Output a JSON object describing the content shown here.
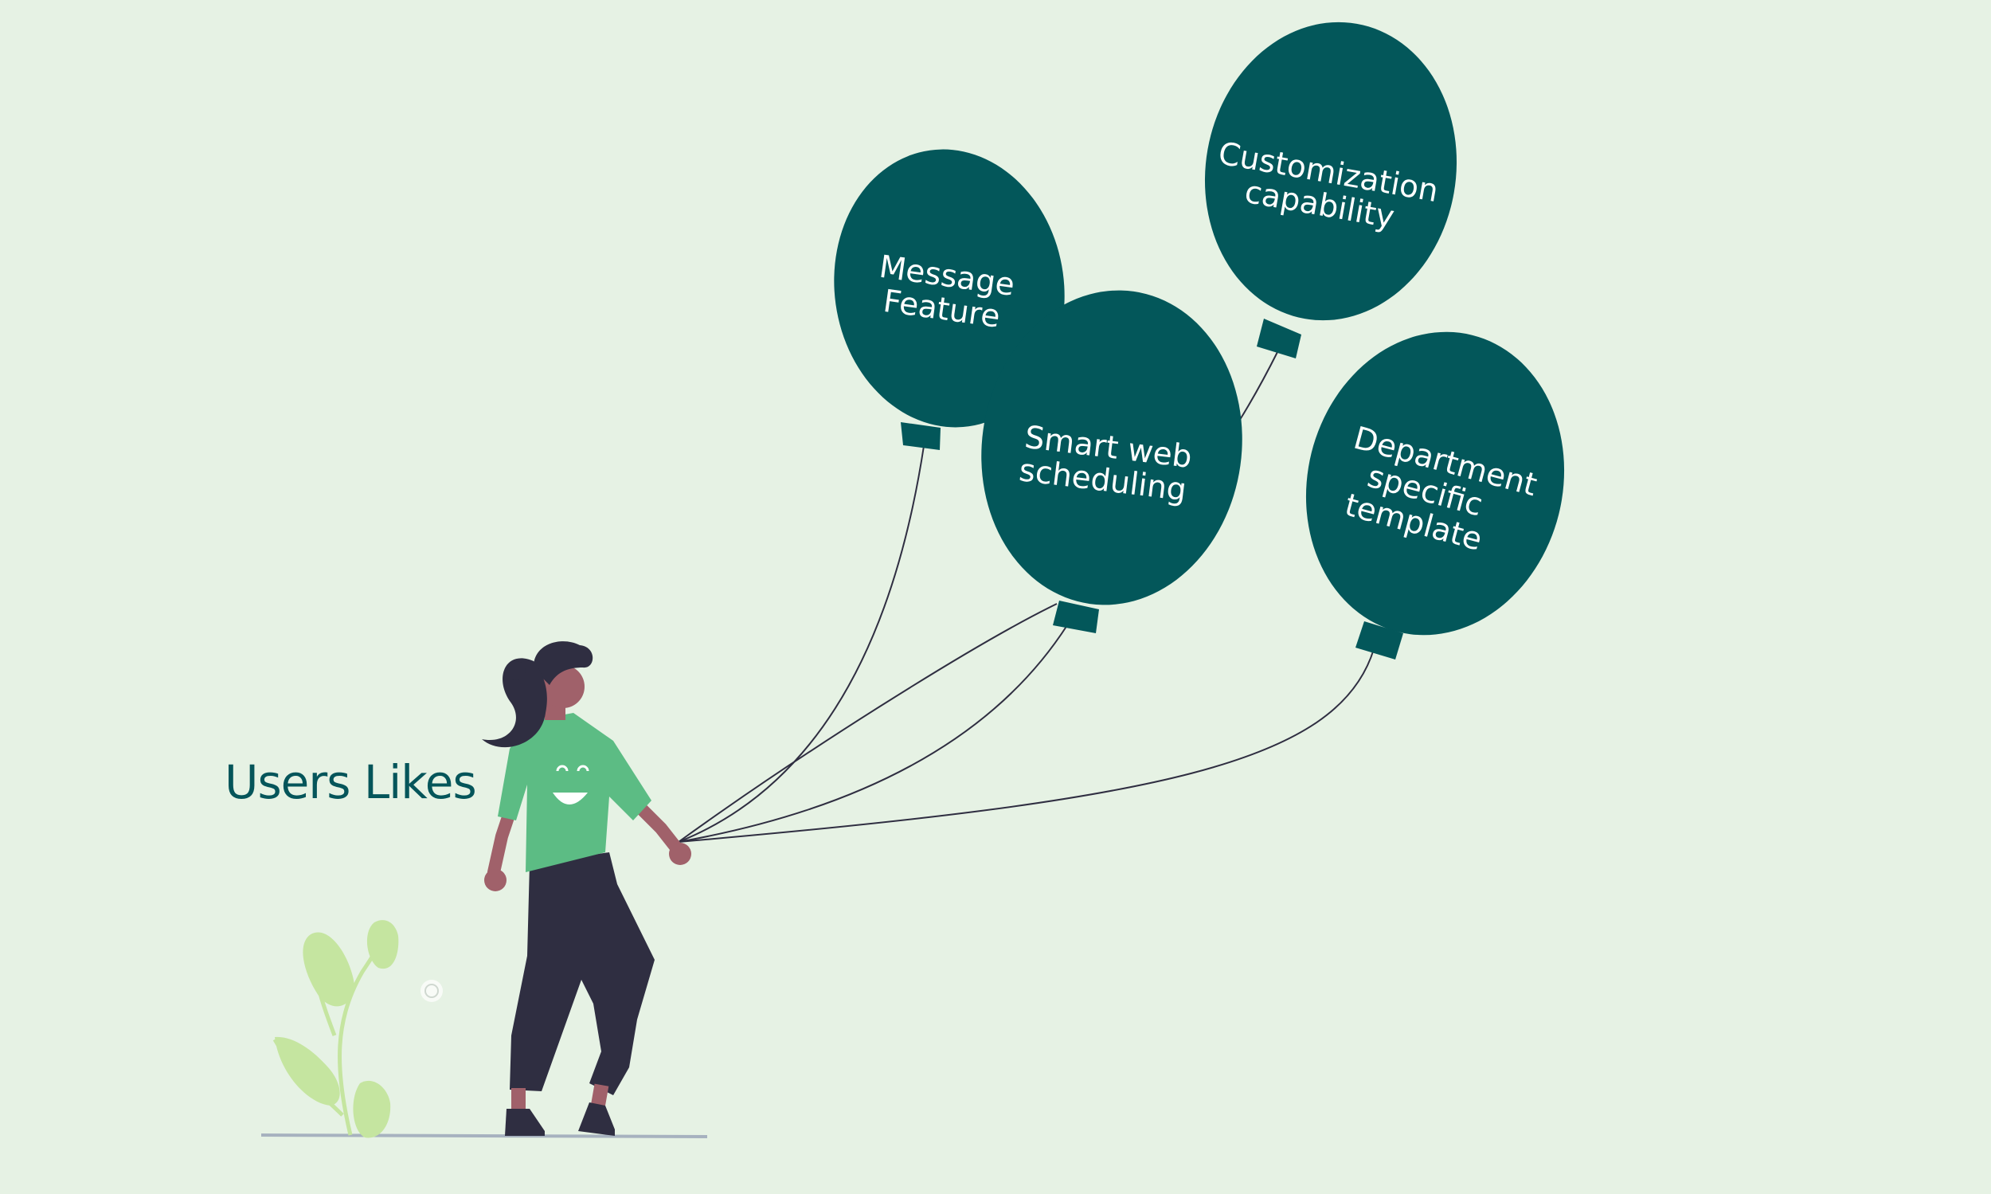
{
  "heading": "Users Likes",
  "colors": {
    "background": "#e6f2e4",
    "balloon": "#03575a",
    "heading": "#05555a",
    "shirt": "#5cbc84",
    "pants": "#2f2e41",
    "skin": "#a0616a",
    "hair": "#2f2e41",
    "plant": "#c5e5a0",
    "ground": "#a7b2bf",
    "string": "#2f2e41"
  },
  "balloons": [
    {
      "id": "message",
      "lines": [
        "Message",
        "Feature"
      ]
    },
    {
      "id": "smart-web",
      "lines": [
        "Smart web",
        "scheduling"
      ]
    },
    {
      "id": "customization",
      "lines": [
        "Customization",
        "capability"
      ]
    },
    {
      "id": "department",
      "lines": [
        "Department",
        "specific",
        "template"
      ]
    }
  ],
  "icons": [
    "balloon-icon",
    "person-illustration",
    "plant-illustration",
    "smiley-icon"
  ]
}
